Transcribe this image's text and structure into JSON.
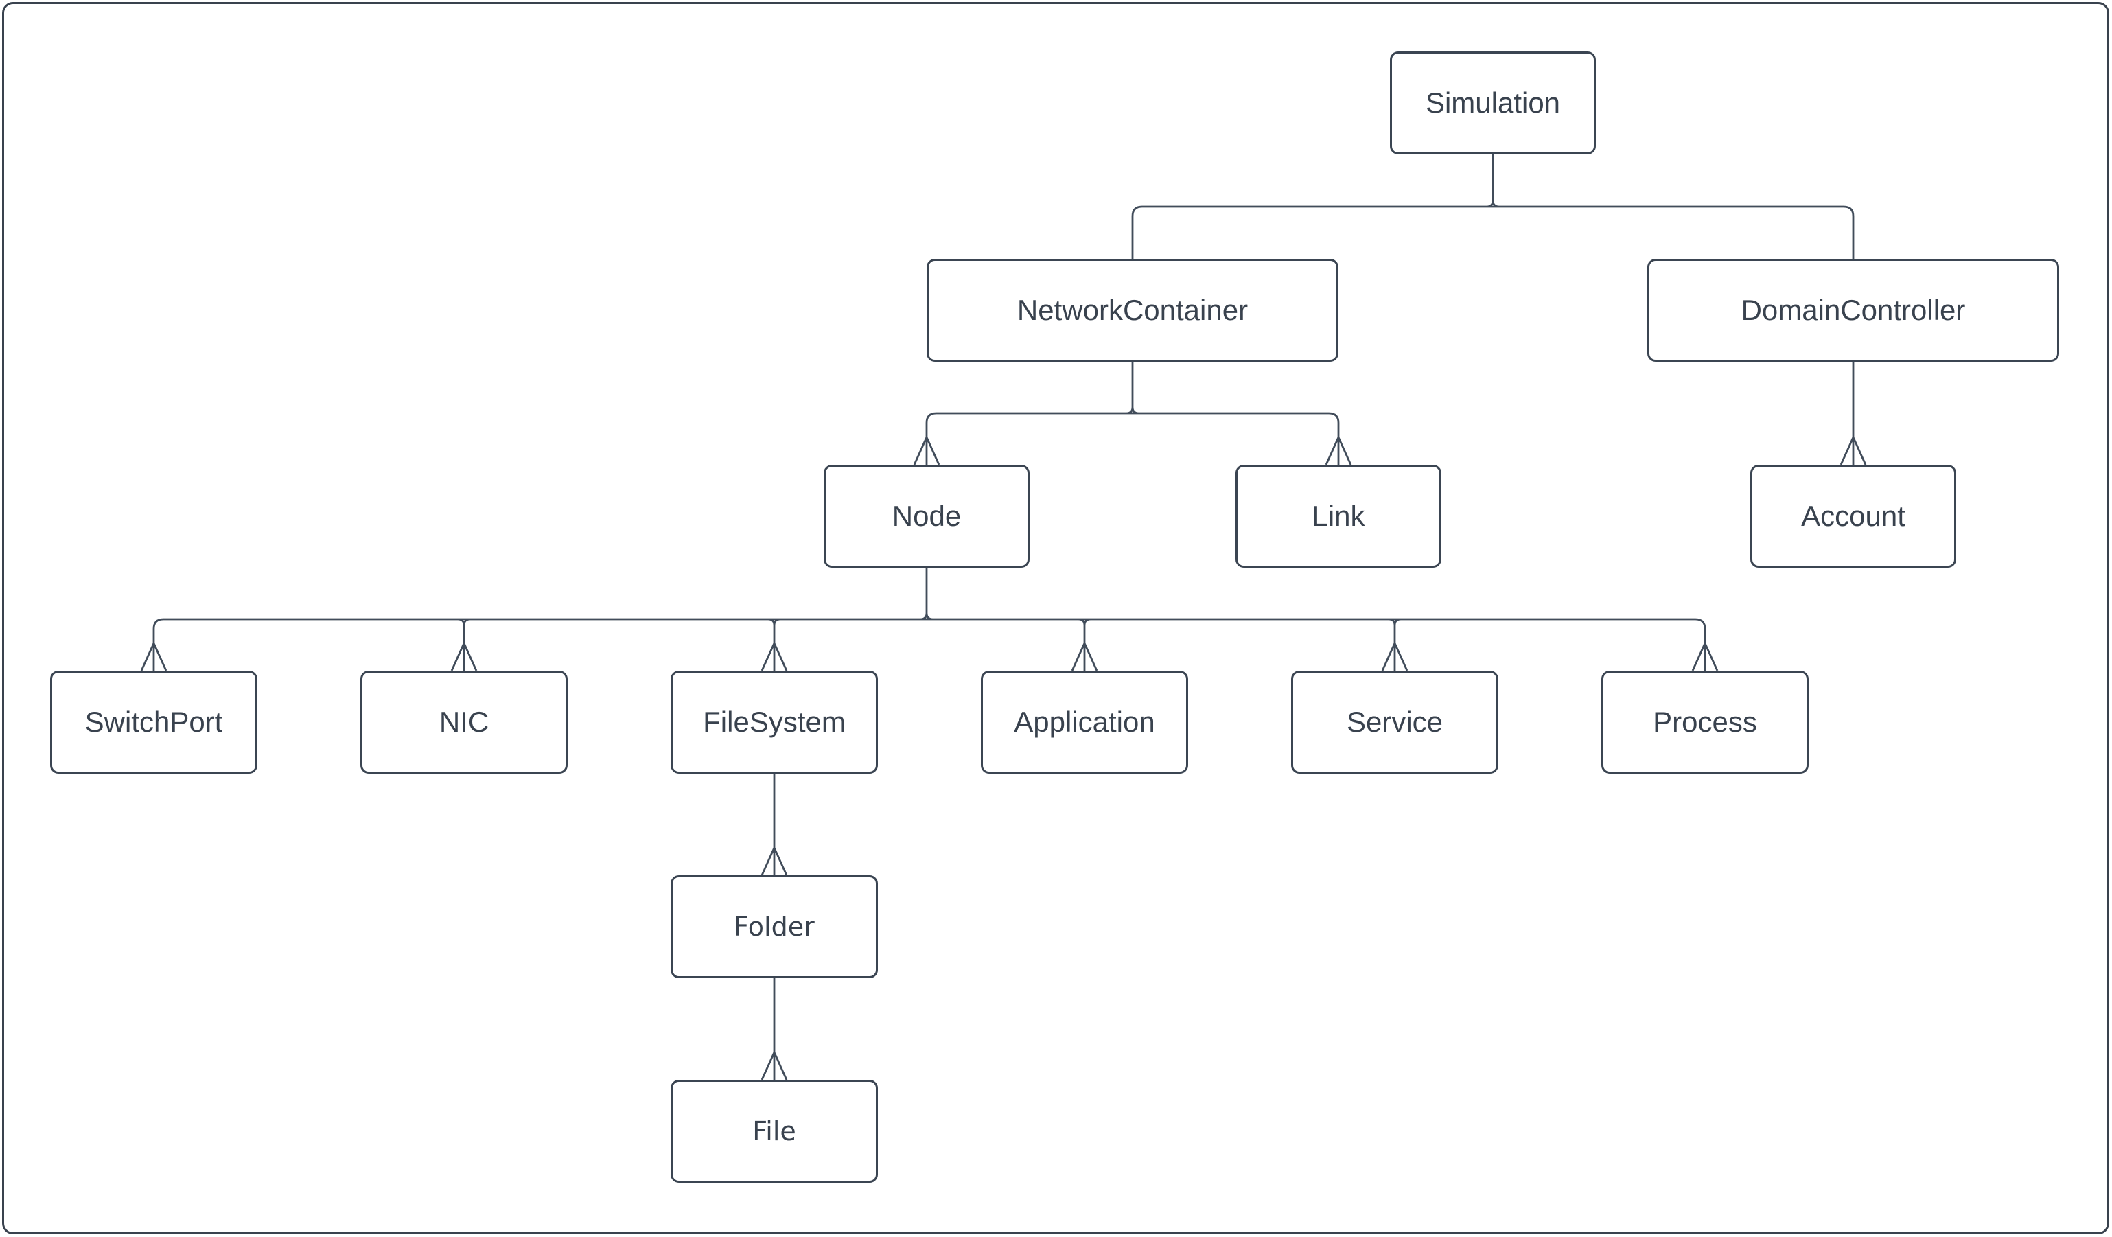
{
  "diagram": {
    "type": "tree-hierarchy",
    "colors": {
      "background": "#ffffff",
      "stroke": "#414c5a",
      "text": "#39424e"
    },
    "nodes": [
      {
        "id": "simulation",
        "label": "Simulation",
        "parent": null,
        "arrowhead": false
      },
      {
        "id": "network-container",
        "label": "NetworkContainer",
        "parent": "simulation",
        "arrowhead": false
      },
      {
        "id": "domain-controller",
        "label": "DomainController",
        "parent": "simulation",
        "arrowhead": false
      },
      {
        "id": "node",
        "label": "Node",
        "parent": "network-container",
        "arrowhead": true
      },
      {
        "id": "link",
        "label": "Link",
        "parent": "network-container",
        "arrowhead": true
      },
      {
        "id": "account",
        "label": "Account",
        "parent": "domain-controller",
        "arrowhead": true
      },
      {
        "id": "switch-port",
        "label": "SwitchPort",
        "parent": "node",
        "arrowhead": true
      },
      {
        "id": "nic",
        "label": "NIC",
        "parent": "node",
        "arrowhead": true
      },
      {
        "id": "file-system",
        "label": "FileSystem",
        "parent": "node",
        "arrowhead": true
      },
      {
        "id": "application",
        "label": "Application",
        "parent": "node",
        "arrowhead": true
      },
      {
        "id": "service",
        "label": "Service",
        "parent": "node",
        "arrowhead": true
      },
      {
        "id": "process",
        "label": "Process",
        "parent": "node",
        "arrowhead": true
      },
      {
        "id": "folder",
        "label": "Folder",
        "parent": "file-system",
        "arrowhead": true
      },
      {
        "id": "file",
        "label": "File",
        "parent": "folder",
        "arrowhead": true
      }
    ]
  }
}
